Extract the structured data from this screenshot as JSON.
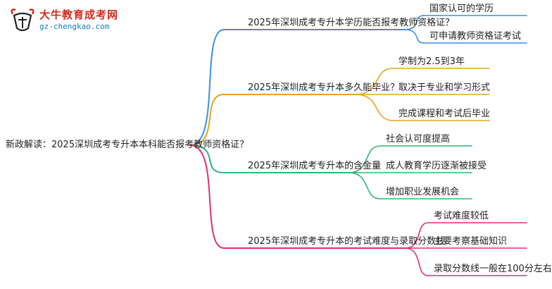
{
  "brand": {
    "title": "大牛教育成考网",
    "url": "gz-chengkao.com"
  },
  "root": {
    "label": "新政解读：2025深圳成考专升本本科能否报考教师资格证？"
  },
  "branches": [
    {
      "label": "2025年深圳成考专升本学历能否报考教师资格证？",
      "color": "#3b8fe6",
      "leaves": [
        "国家认可的学历",
        "可申请教师资格证考试"
      ]
    },
    {
      "label": "2025年深圳成考专升本多久能毕业？",
      "color": "#e3a51c",
      "leaves": [
        "学制为2.5到3年",
        "取决于专业和学习形式",
        "完成课程和考试后毕业"
      ]
    },
    {
      "label": "2025年深圳成考专升本的含金量",
      "color": "#2fb67c",
      "leaves": [
        "社会认可度提高",
        "成人教育学历逐渐被接受",
        "增加职业发展机会"
      ]
    },
    {
      "label": "2025年深圳成考专升本的考试难度与录取分数线",
      "color": "#e0306c",
      "leaves": [
        "考试难度较低",
        "主要考察基础知识",
        "录取分数线一般在100分左右"
      ]
    }
  ]
}
